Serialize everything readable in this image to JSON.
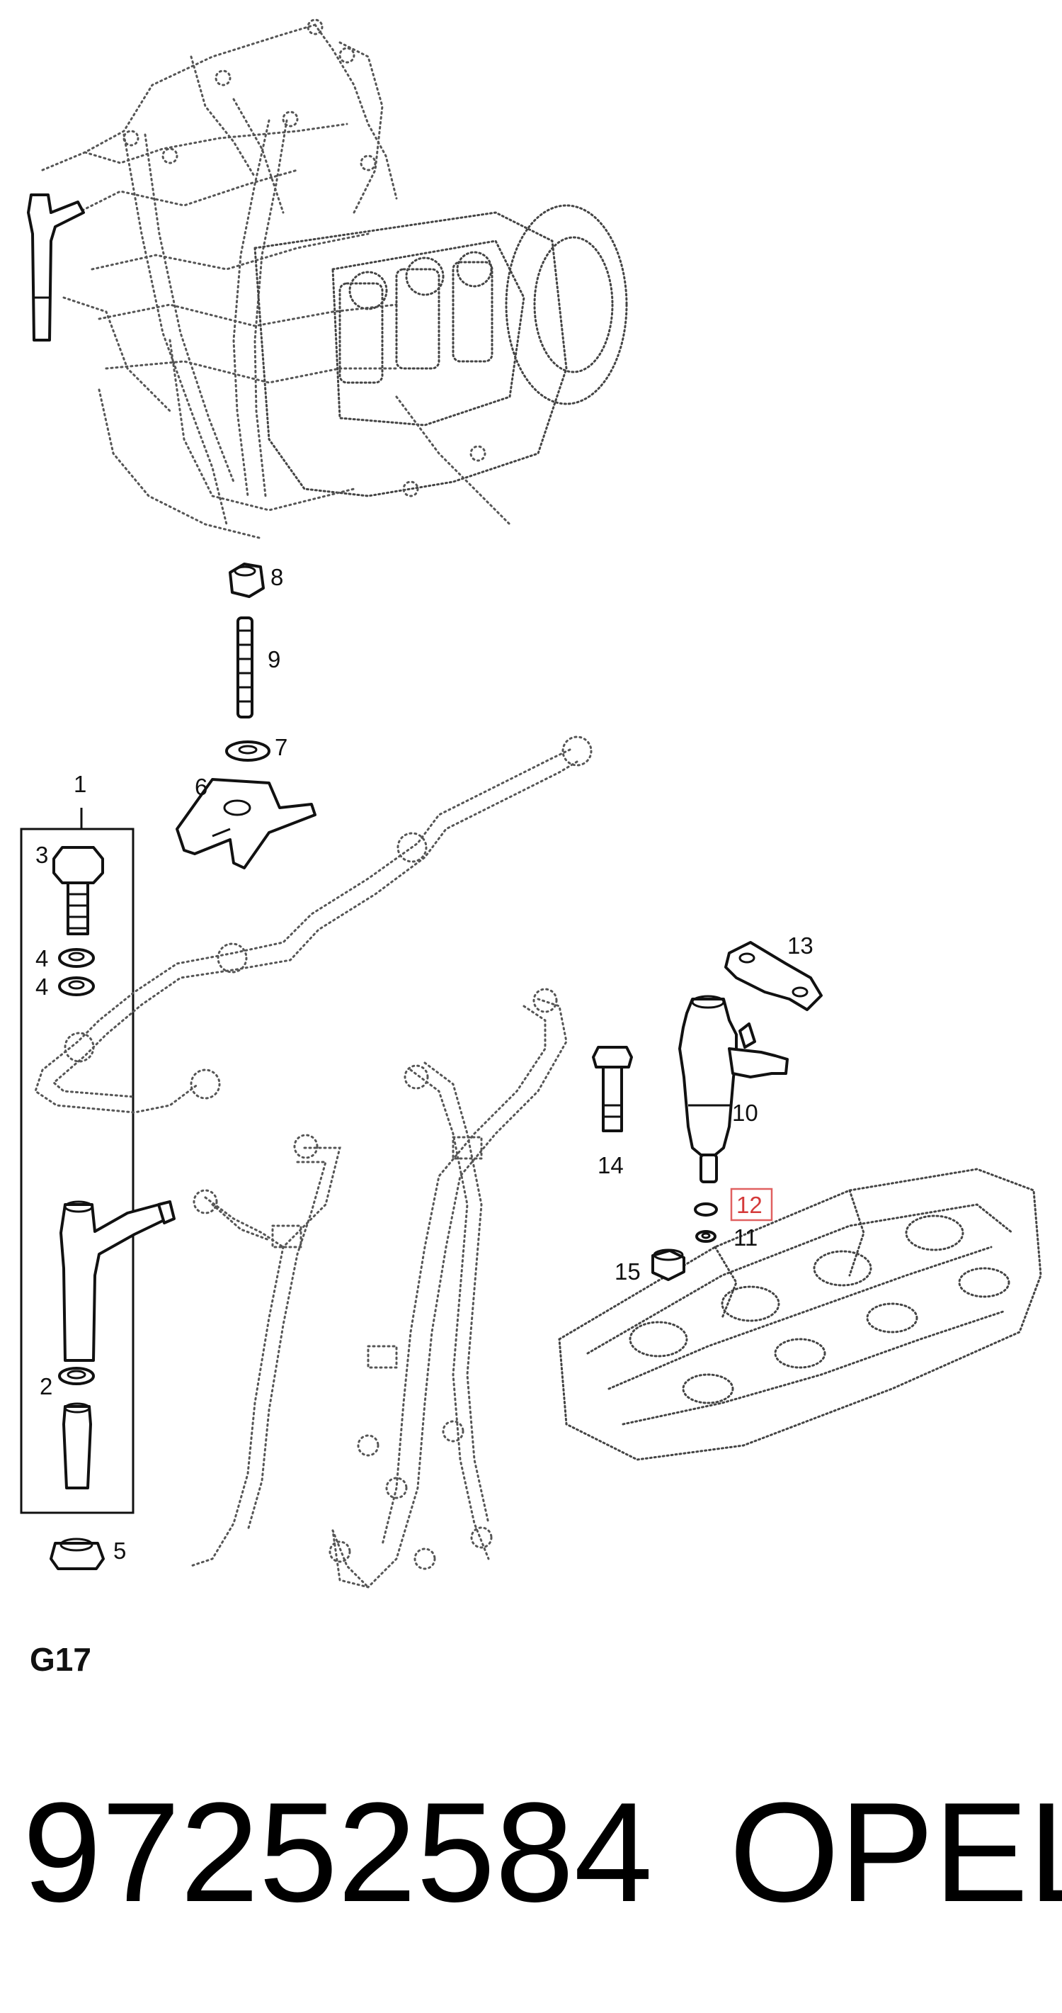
{
  "diagram": {
    "group_code": "G17",
    "callouts": [
      "1",
      "2",
      "3",
      "4",
      "4",
      "5",
      "6",
      "7",
      "8",
      "9",
      "10",
      "11",
      "12",
      "13",
      "14",
      "15"
    ],
    "highlighted_callout": "12",
    "highlight_color": "#e06060"
  },
  "footer": {
    "part_number": "97252584",
    "brand": "OPEL"
  }
}
